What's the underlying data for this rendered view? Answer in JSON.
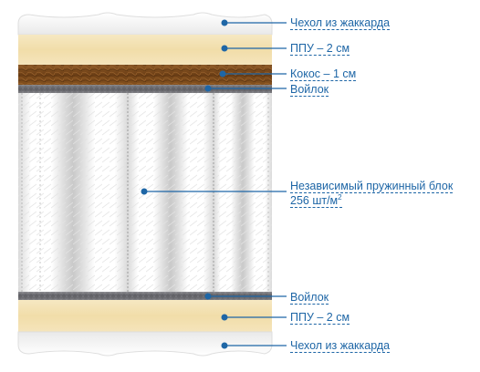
{
  "colors": {
    "accent": "#1e66a6",
    "foam": "#f3e2b6",
    "coconut": "#7a4a1e",
    "felt": "#6f6f74"
  },
  "labels": {
    "cover_top": "Чехол из жаккарда",
    "foam_top": "ППУ – 2 см",
    "coconut": "Кокос – 1 см",
    "felt_top": "Войлок",
    "spring_line1": "Независимый пружинный блок",
    "spring_line2_prefix": "256 шт/м",
    "spring_line2_sup": "2",
    "felt_bottom": "Войлок",
    "foam_bottom": "ППУ – 2 см",
    "cover_bottom": "Чехол из жаккарда"
  }
}
